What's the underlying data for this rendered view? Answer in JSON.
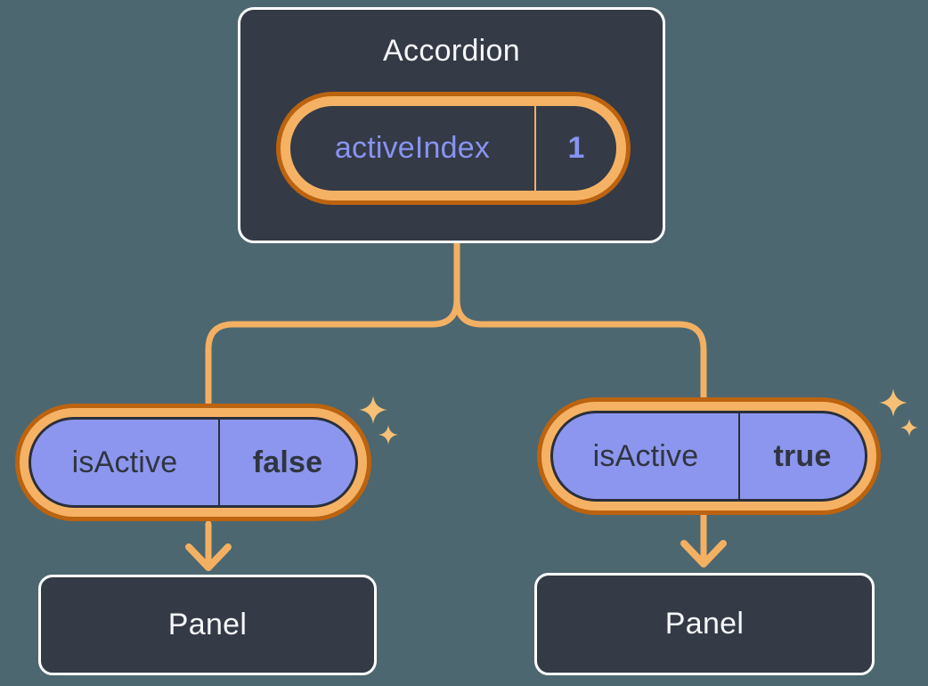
{
  "colors": {
    "background": "#4C6770",
    "card": "#343A46",
    "card-border": "#FFFFFF",
    "title-text": "#F6F7F9",
    "state-text": "#8893F1",
    "prop-fill": "#8D96EE",
    "prop-border": "#2A2F3B",
    "prop-text": "#2F3540",
    "glow-light": "#F6B264",
    "glow-dark": "#BC6310",
    "wire": "#F3B062",
    "sparkle": "#F6C175"
  },
  "diagram": {
    "parent": {
      "title": "Accordion",
      "state": {
        "name": "activeIndex",
        "value": "1"
      }
    },
    "children": [
      {
        "prop_name": "isActive",
        "prop_value": "false",
        "child": "Panel"
      },
      {
        "prop_name": "isActive",
        "prop_value": "true",
        "child": "Panel"
      }
    ]
  }
}
